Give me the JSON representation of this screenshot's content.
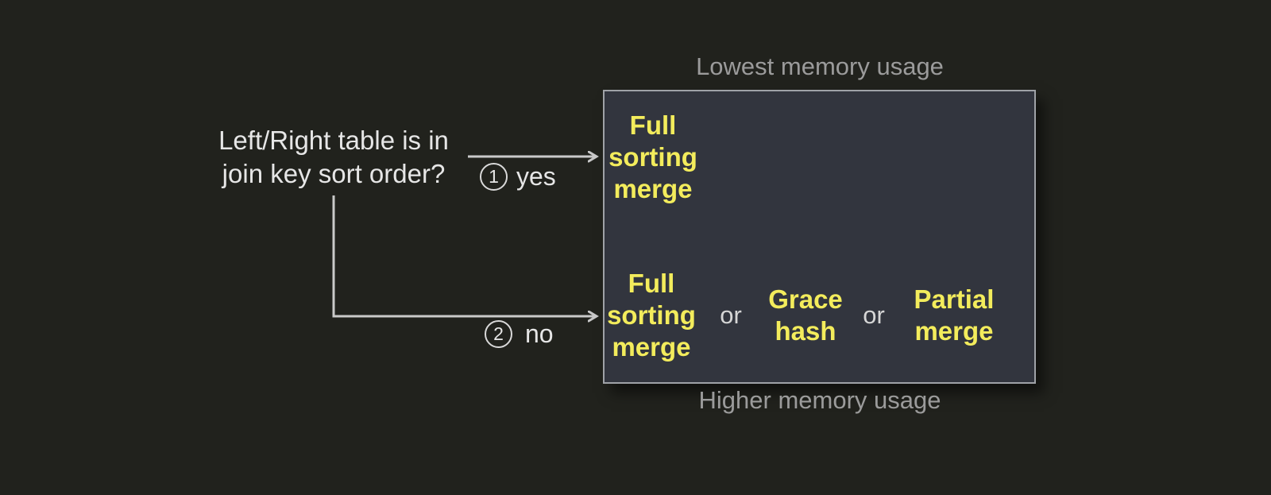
{
  "colors": {
    "background": "#21221d",
    "box_fill": "#32353e",
    "box_border": "#9fa2a7",
    "option_text": "#f3ec5c",
    "caption_text": "#9b9b9b",
    "question_text": "#e6e6e6",
    "connector": "#c9c9c9",
    "or_text": "#d6d6d6",
    "badge_border": "#d9d9d9"
  },
  "question": {
    "line1": "Left/Right table is in",
    "line2": "join key sort order?"
  },
  "branches": {
    "yes": {
      "badge": "1",
      "label": "yes"
    },
    "no": {
      "badge": "2",
      "label": "no"
    }
  },
  "memory_box": {
    "caption_top": "Lowest memory usage",
    "caption_bottom": "Higher memory usage",
    "sorted_row": {
      "option1": {
        "line1": "Full",
        "line2": "sorting",
        "line3": "merge"
      }
    },
    "unsorted_row": {
      "option1": {
        "line1": "Full",
        "line2": "sorting",
        "line3": "merge"
      },
      "or1": "or",
      "option2": {
        "line1": "Grace",
        "line2": "hash"
      },
      "or2": "or",
      "option3": {
        "line1": "Partial",
        "line2": "merge"
      }
    }
  }
}
